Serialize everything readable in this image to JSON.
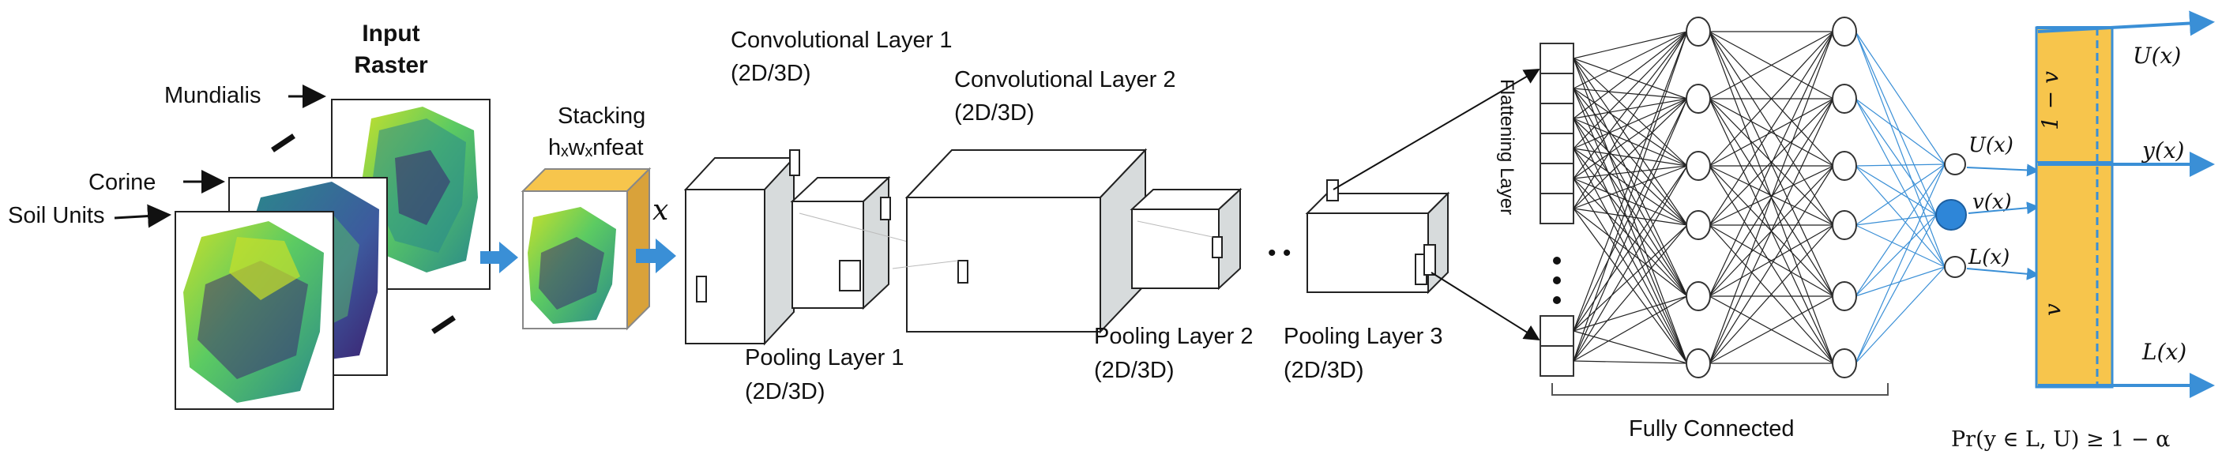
{
  "colors": {
    "map_green": "#5ccb62",
    "map_lime": "#c8e02a",
    "map_teal": "#2a8a8a",
    "map_blue": "#3d5a9e",
    "map_purple": "#3b2070",
    "layer_face": "#ffffff",
    "layer_side": "#d7dbdc",
    "arrow_blue": "#3a8fd6",
    "interval_yellow": "#f7c54c",
    "node_stroke": "#333333",
    "v_node_fill": "#2e86d8"
  },
  "input": {
    "title_line1": "Input",
    "title_line2": "Raster",
    "layer_mundialis": "Mundialis",
    "layer_corine": "Corine",
    "layer_soil": "Soil Units"
  },
  "stacking": {
    "label_line1": "Stacking",
    "label_line2": "hₓwₓnfeat",
    "x_symbol": "x"
  },
  "layers": {
    "conv1_line1": "Convolutional Layer 1",
    "conv1_line2": "(2D/3D)",
    "conv2_line1": "Convolutional Layer 2",
    "conv2_line2": "(2D/3D)",
    "pool1_line1": "Pooling Layer 1",
    "pool1_line2": "(2D/3D)",
    "pool2_line1": "Pooling Layer 2",
    "pool2_line2": "(2D/3D)",
    "pool3_line1": "Pooling Layer 3",
    "pool3_line2": "(2D/3D)",
    "ellipsis": "• •"
  },
  "network": {
    "flattening_label": "Flattening Layer",
    "fully_connected_label": "Fully Connected"
  },
  "outputs": {
    "upper": "U(x)",
    "v": "v(x)",
    "lower": "L(x)"
  },
  "interval": {
    "top_segment": "1 − v",
    "bottom_segment": "v",
    "right_upper": "U(x)",
    "right_mid": "y(x)",
    "right_lower": "L(x)",
    "probability": "Pr(y ∈ L, U) ≥ 1 − α"
  }
}
